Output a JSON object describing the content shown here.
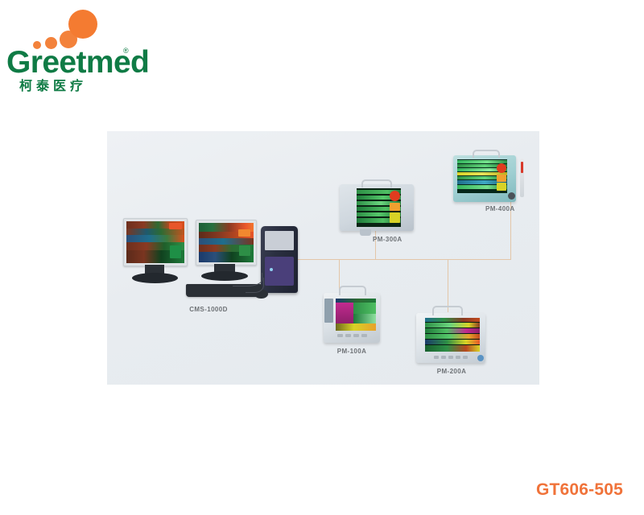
{
  "logo": {
    "wordmark": "Greetmed",
    "registered_mark": "®",
    "chinese_name": "柯泰医疗",
    "brand_green": "#0F7B45",
    "brand_orange": "#F47B31",
    "dots_icon": "four-ascending-circles"
  },
  "diagram": {
    "title": "",
    "panel_background": "#e8ecf0",
    "network_line_color": "#e3c6a8",
    "devices": [
      {
        "id": "cms",
        "label": "CMS-1000D",
        "type": "central-monitoring-workstation",
        "description": "Dual LCD monitors with PC tower, keyboard and mouse"
      },
      {
        "id": "pm300a",
        "label": "PM-300A",
        "type": "patient-monitor",
        "description": "Portable multi-parameter patient monitor"
      },
      {
        "id": "pm400a",
        "label": "PM-400A",
        "type": "patient-monitor",
        "description": "Teal portable patient monitor with side module"
      },
      {
        "id": "pm100a",
        "label": "PM-100A",
        "type": "patient-monitor",
        "description": "Compact bedside patient monitor"
      },
      {
        "id": "pm200a",
        "label": "PM-200A",
        "type": "patient-monitor",
        "description": "Wide-screen bedside patient monitor"
      }
    ]
  },
  "product_code": "GT606-505"
}
